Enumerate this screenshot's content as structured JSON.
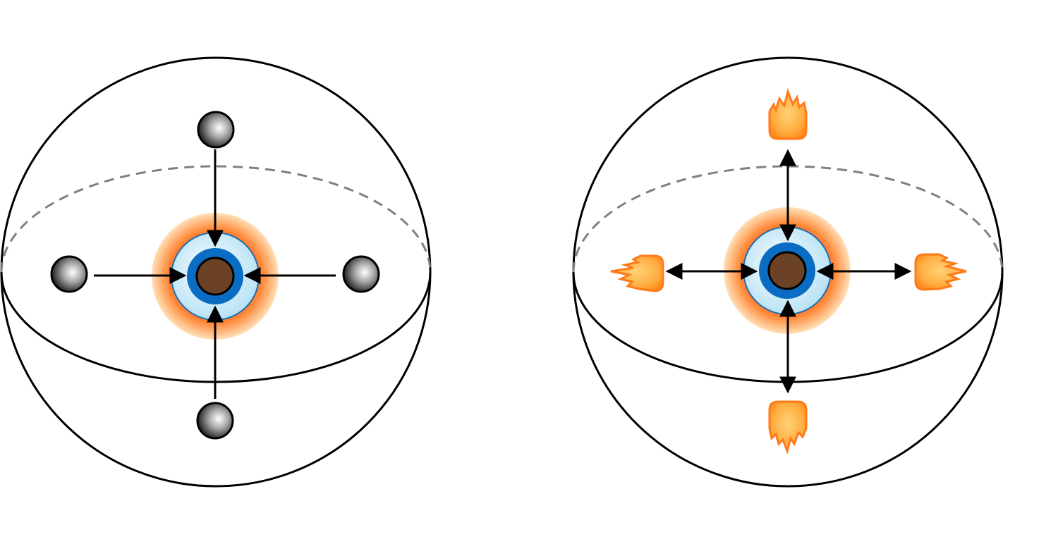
{
  "diagram": {
    "panels": [
      {
        "id": "left",
        "description_visible_text": "",
        "objects": [
          "gray-sphere",
          "gray-sphere",
          "gray-sphere",
          "gray-sphere"
        ],
        "flow": "inward",
        "object_icon": "gray-ball-icon"
      },
      {
        "id": "right",
        "description_visible_text": "",
        "objects": [
          "fireball",
          "fireball",
          "fireball",
          "fireball"
        ],
        "flow": "outward",
        "object_icon": "fireball-icon"
      }
    ],
    "colors": {
      "outline": "#000000",
      "equator_dashed": "#808080",
      "core": "#6b4226",
      "inner_ring": "#0a6cc2",
      "light_ring": "#cfeaf7",
      "glow_inner": "#ff5a1a",
      "glow_outer": "#ffd9a0",
      "fireball": "#ffb347",
      "fireball_edge": "#ff7a1a",
      "ball_gradient_light": "#ffffff",
      "ball_gradient_dark": "#2a2a2a"
    }
  }
}
